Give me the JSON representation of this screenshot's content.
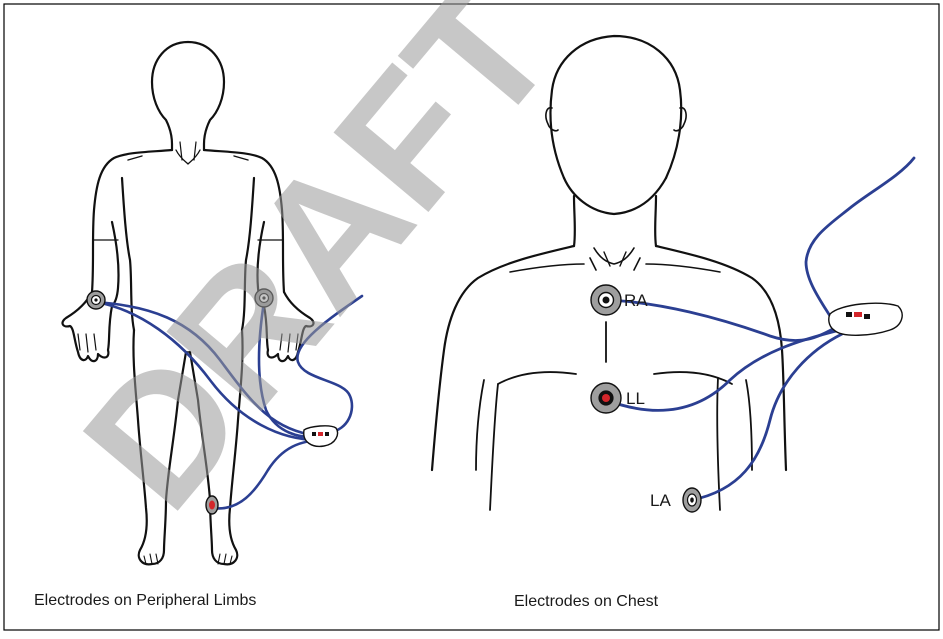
{
  "captions": {
    "limbs": "Electrodes on Peripheral Limbs",
    "chest": "Electrodes on Chest"
  },
  "electrodes": {
    "ra": "RA",
    "ll": "LL",
    "la": "LA"
  },
  "watermark": "DRAFT",
  "colors": {
    "cable": "#2b3f92",
    "electrode_ring": "#9e9e9e",
    "red_marker": "#d3262b",
    "outline": "#111111"
  }
}
